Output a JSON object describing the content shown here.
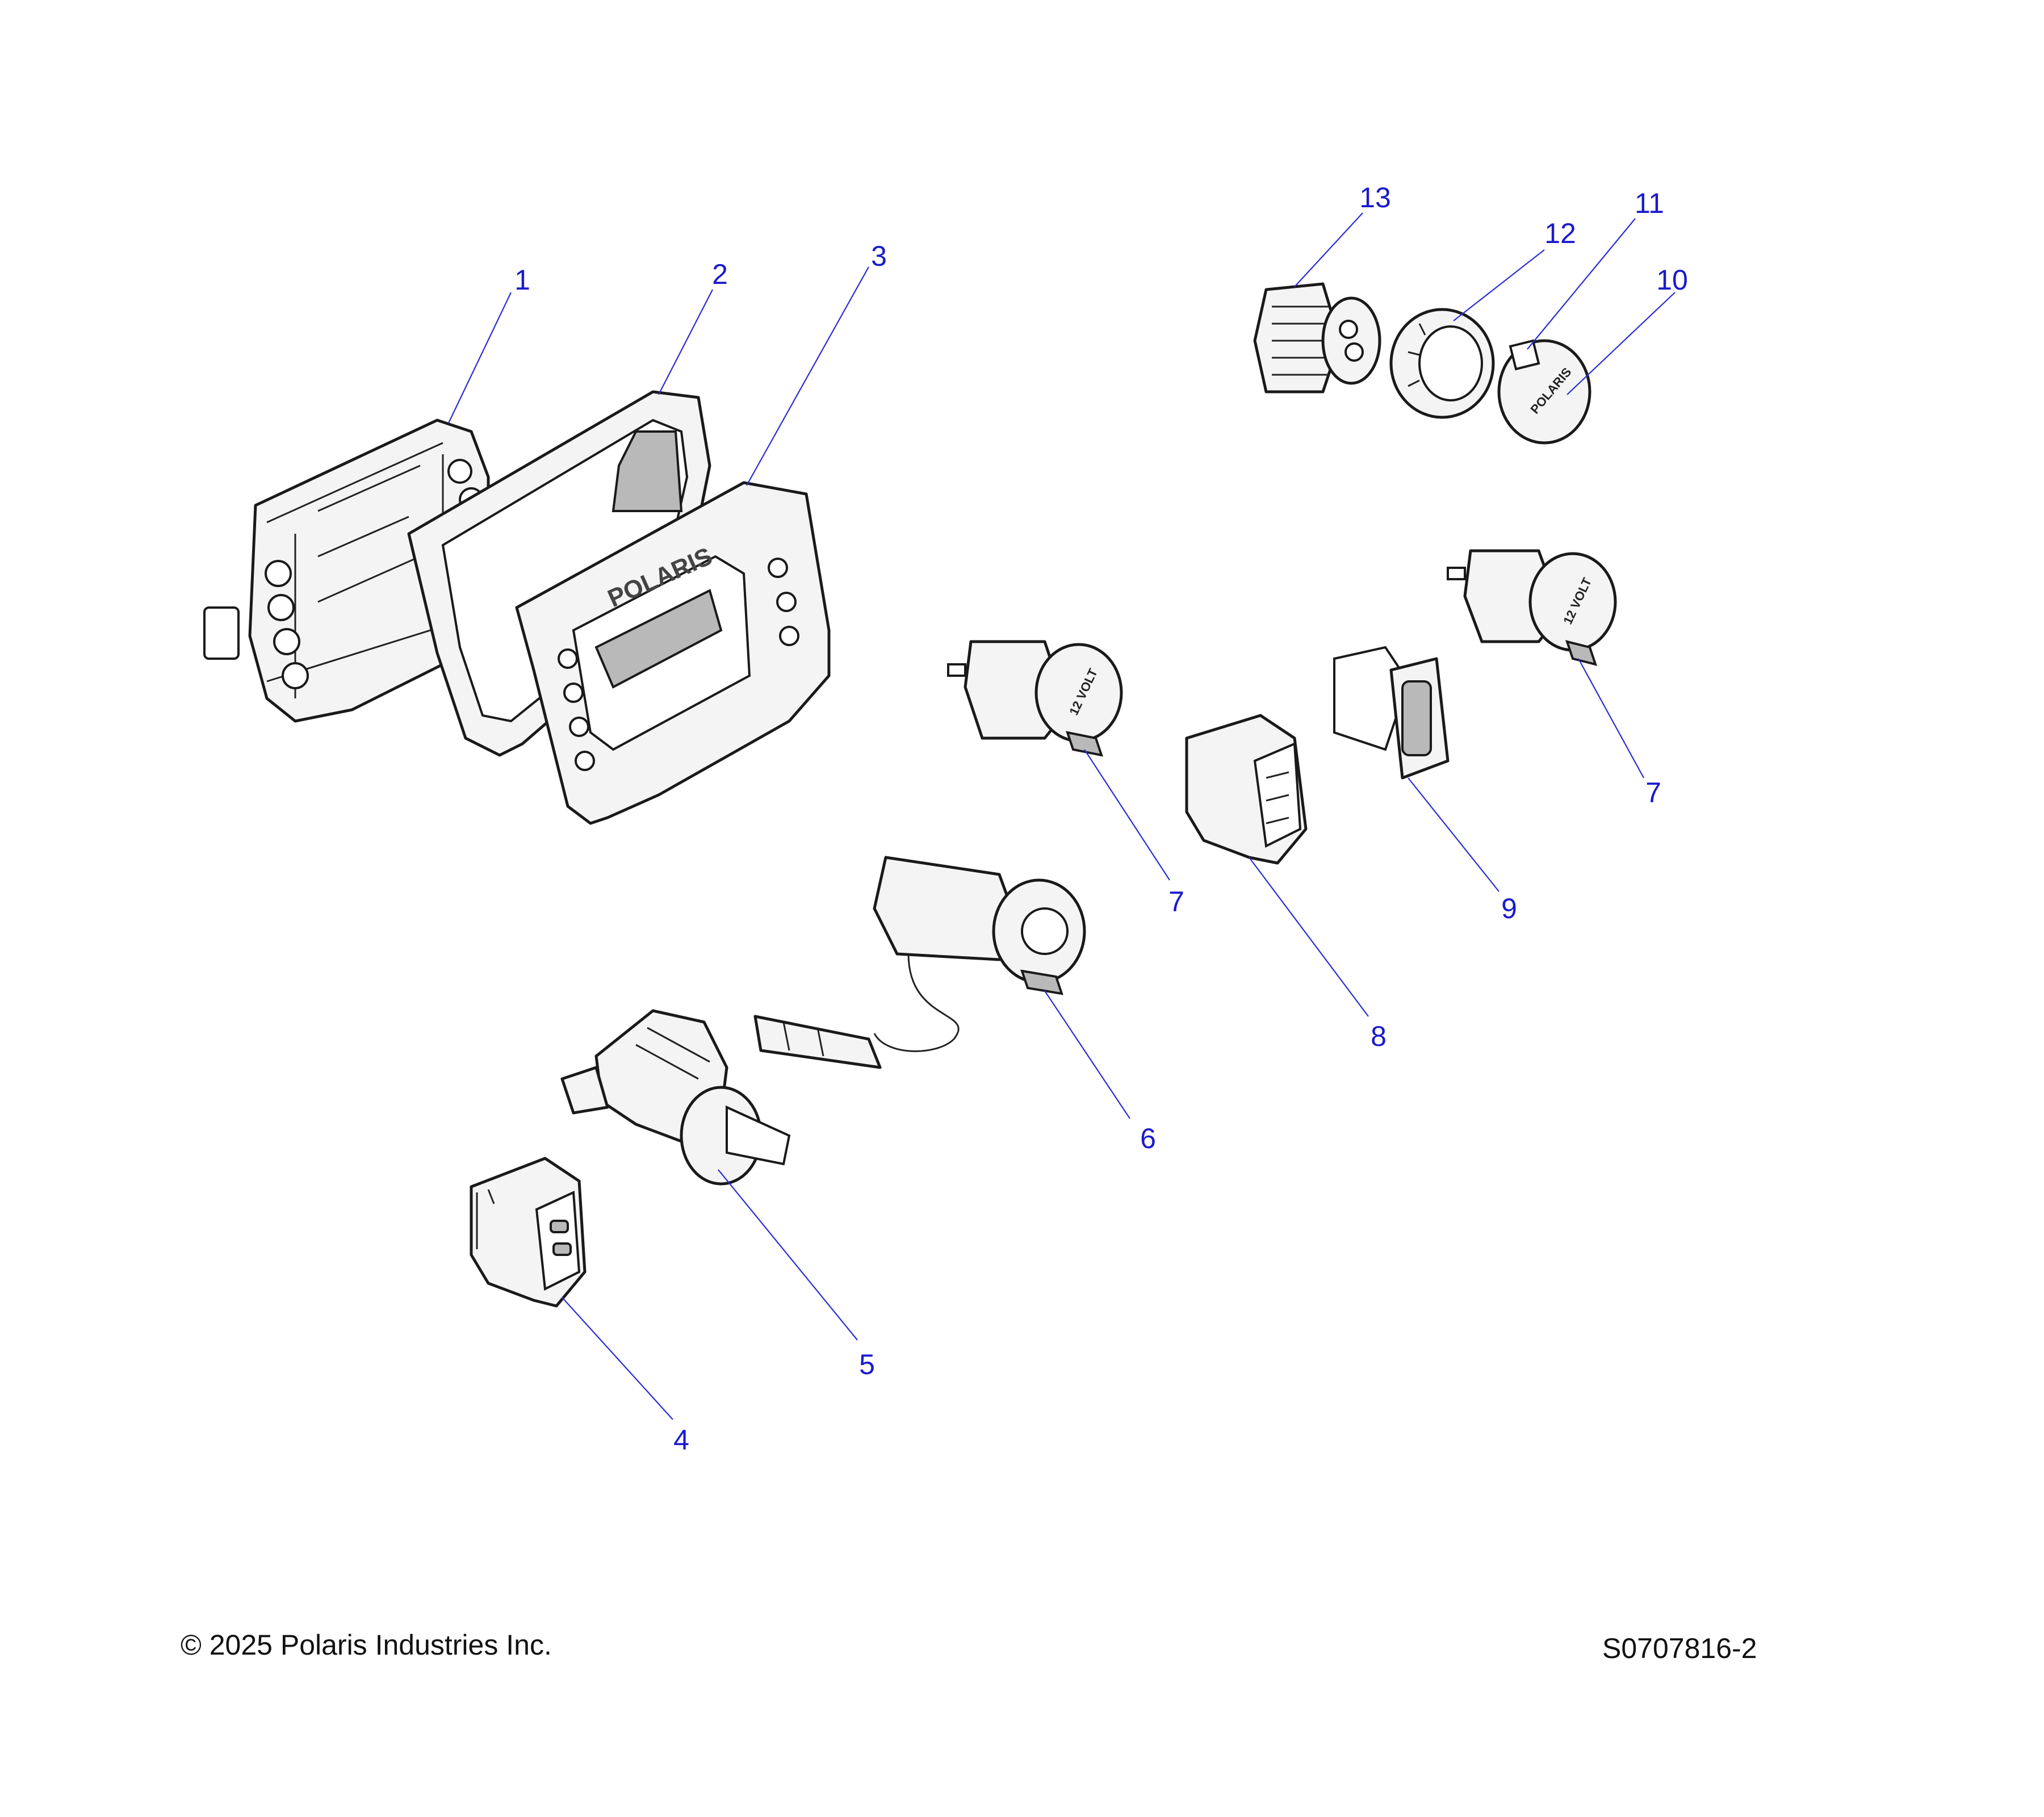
{
  "colors": {
    "callout": "#1a1acc",
    "leader": "#2b2bd6",
    "line": "#1a1a1a"
  },
  "callouts": [
    {
      "id": "1",
      "label": "1"
    },
    {
      "id": "2",
      "label": "2"
    },
    {
      "id": "3",
      "label": "3"
    },
    {
      "id": "4",
      "label": "4"
    },
    {
      "id": "5",
      "label": "5"
    },
    {
      "id": "6",
      "label": "6"
    },
    {
      "id": "7a",
      "label": "7"
    },
    {
      "id": "7b",
      "label": "7"
    },
    {
      "id": "8",
      "label": "8"
    },
    {
      "id": "9",
      "label": "9"
    },
    {
      "id": "10",
      "label": "10"
    },
    {
      "id": "11",
      "label": "11"
    },
    {
      "id": "12",
      "label": "12"
    },
    {
      "id": "13",
      "label": "13"
    }
  ],
  "part_text": {
    "bezel_brand": "POLARIS",
    "cap_brand": "POLARIS",
    "socket_marking": "12 VOLT"
  },
  "footer": {
    "copyright": "© 2025 Polaris Industries Inc.",
    "drawing_number": "S0707816-2"
  }
}
